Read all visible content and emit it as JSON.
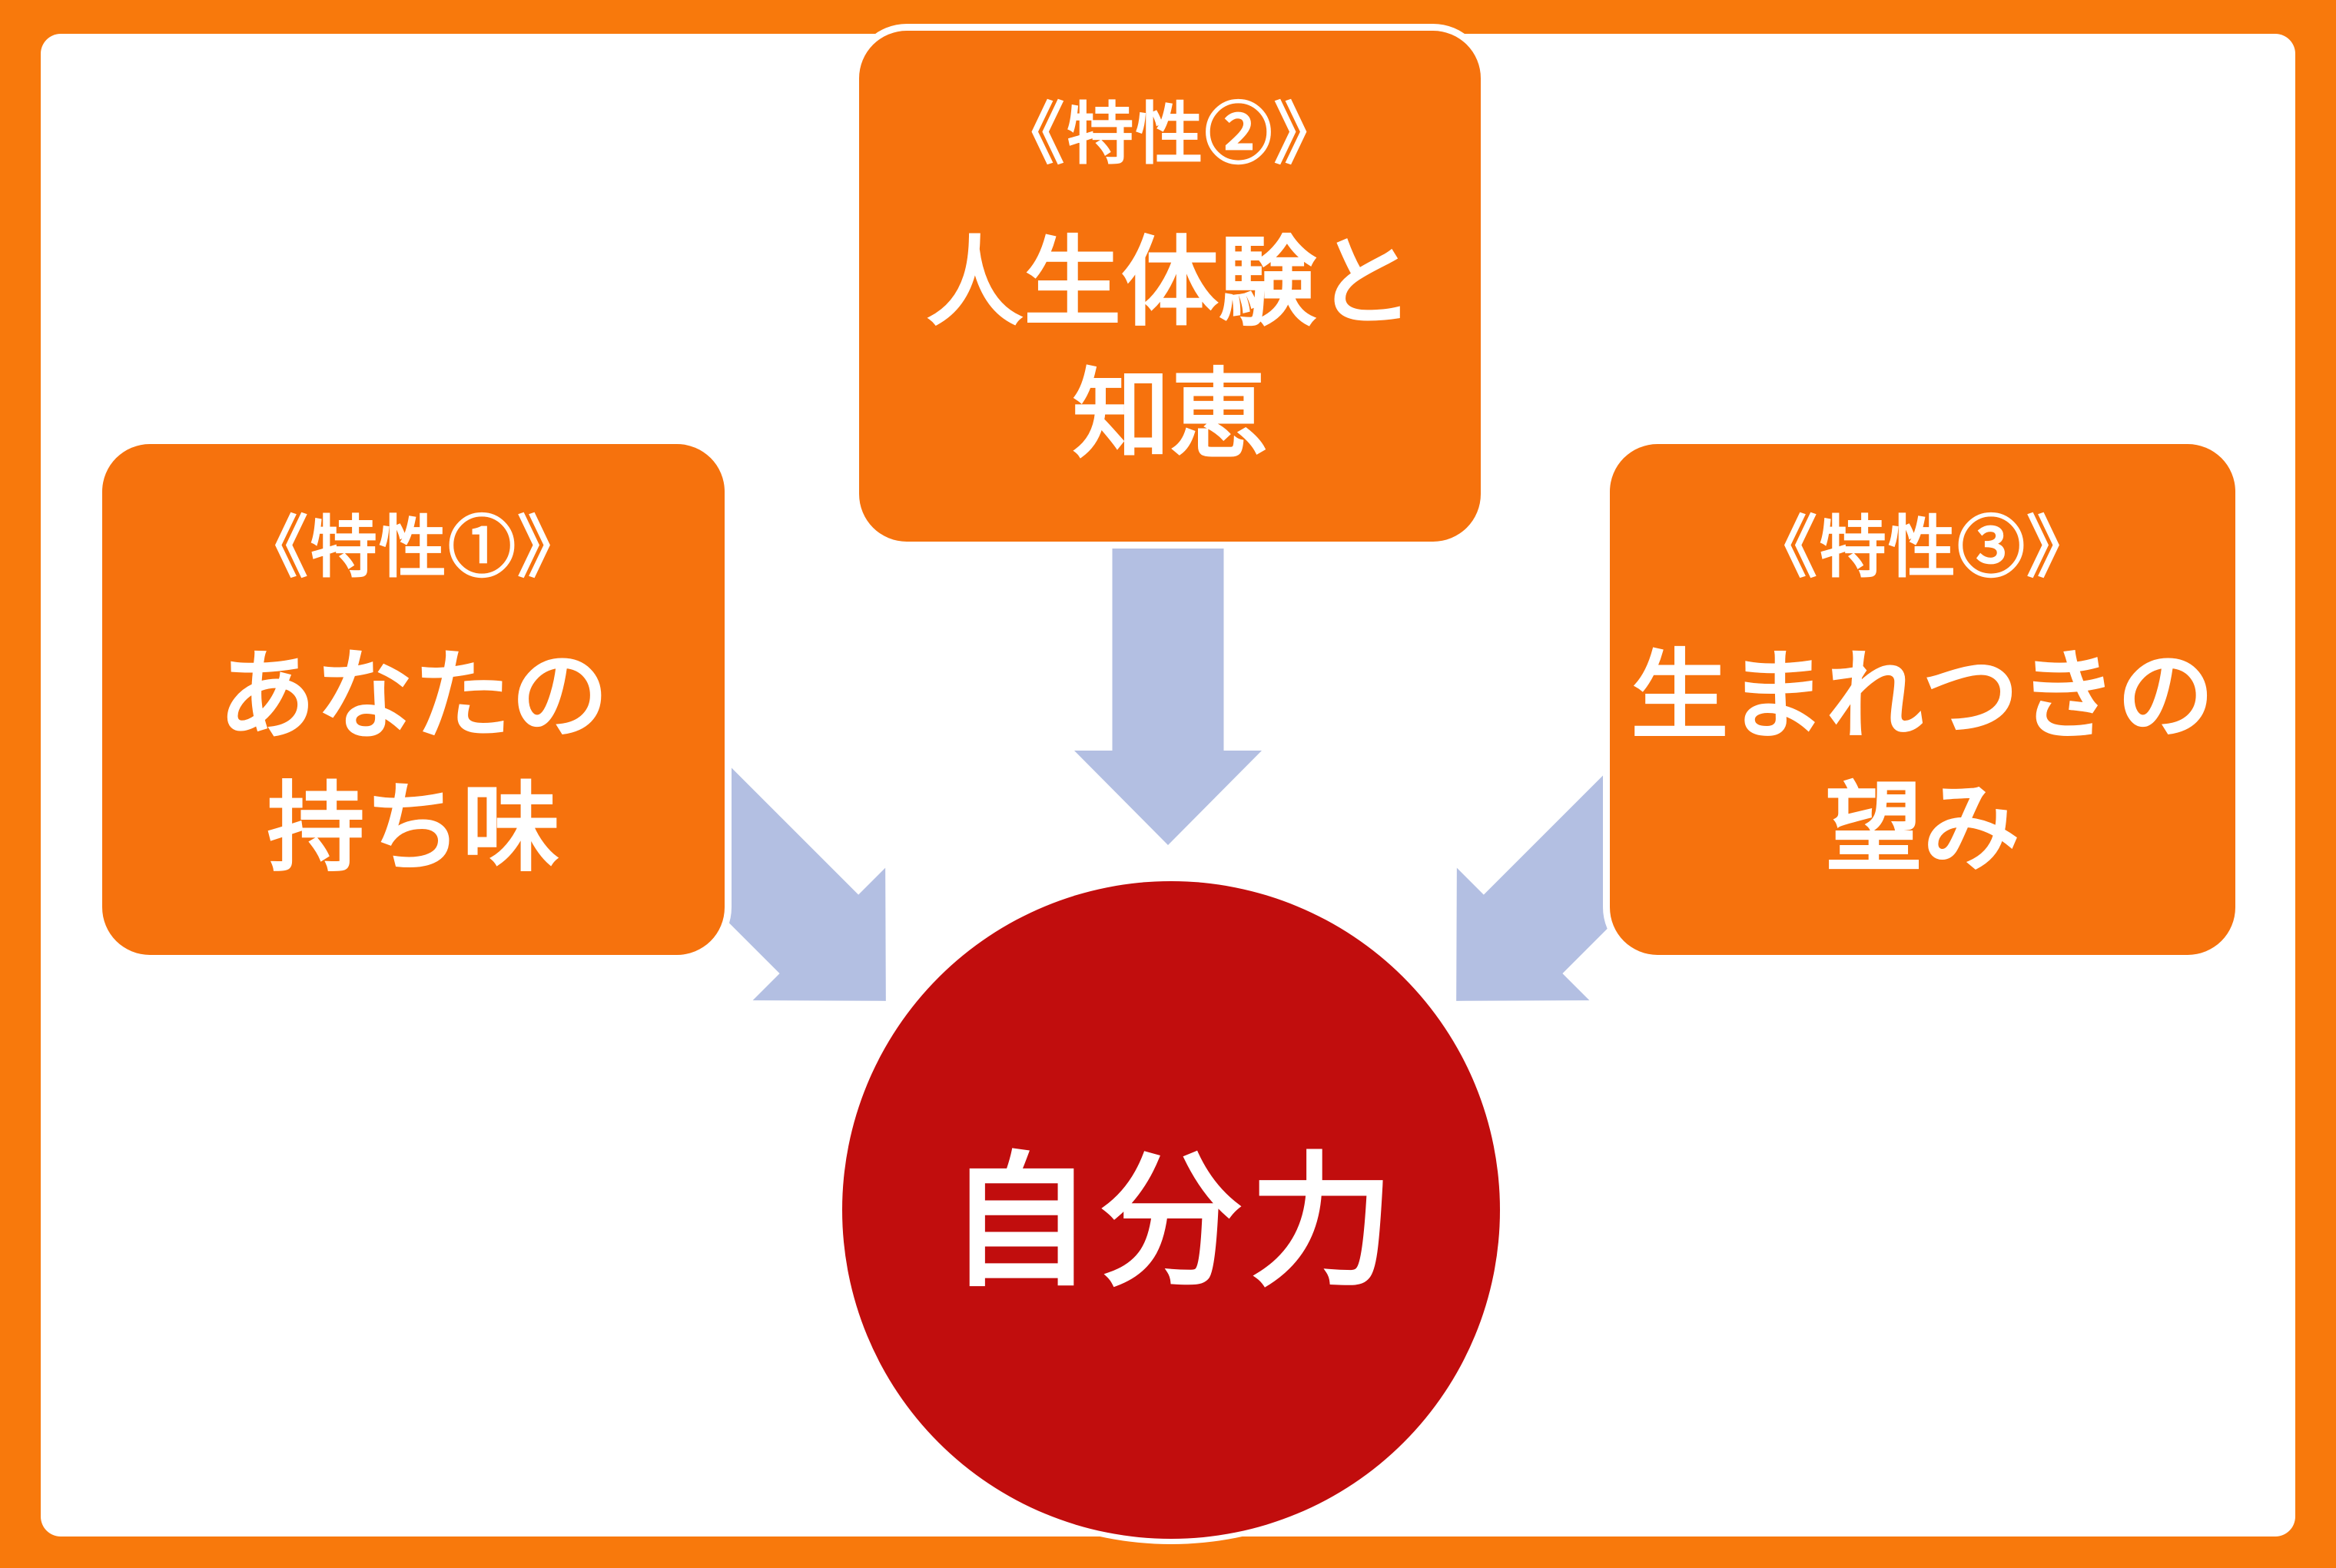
{
  "diagram": {
    "boxes": [
      {
        "label": "《特性①》",
        "line1": "あなたの",
        "line2": "持ち味"
      },
      {
        "label": "《特性②》",
        "line1": "人生体験と",
        "line2": "知恵"
      },
      {
        "label": "《特性③》",
        "line1": "生まれつきの",
        "line2": "望み"
      }
    ],
    "center": {
      "text": "自分力"
    },
    "colors": {
      "frame": "#F8790C",
      "box": "#F6720D",
      "circle": "#C10D0D",
      "arrow": "#B3BFE2",
      "text": "#FFFFFF"
    }
  }
}
